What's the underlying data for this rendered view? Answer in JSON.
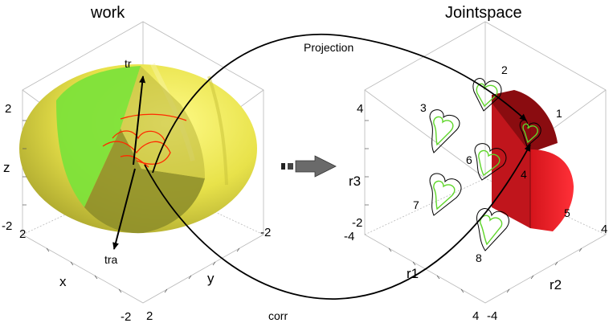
{
  "titles": {
    "left": "work",
    "right": "Jointspace"
  },
  "left_plot": {
    "axis_labels": {
      "x": "x",
      "y": "y",
      "z": "z"
    },
    "ticks": {
      "z_top": "2",
      "z_bottom": "-2",
      "x_near": "2",
      "x_far": "-2",
      "y_right": "-2",
      "y_bottom": "2"
    },
    "annotations": {
      "up_arrow": "tr",
      "down_arrow": "tra"
    },
    "colors": {
      "sphere": "#e8e24a",
      "sphere_shadow": "#9c9a2a",
      "cut_face": "#8f8f2a",
      "wedge": "#7de23a",
      "curve": "#ff2a00"
    }
  },
  "right_plot": {
    "axis_labels": {
      "r1": "r1",
      "r2": "r2",
      "r3": "r3"
    },
    "ticks": {
      "r3_top": "4",
      "r3_bottom": "-2",
      "r1_near": "-4",
      "r1_far": "4",
      "r2_right": "4",
      "r2_bottom": "-4"
    },
    "region_labels": [
      "1",
      "2",
      "3",
      "4",
      "5",
      "6",
      "7",
      "8"
    ],
    "colors": {
      "solid": "#ee1c24",
      "solid_dark": "#8a0c10",
      "solid_top": "#b3121a",
      "inner_curve": "#5fd62a"
    }
  },
  "connectors": {
    "top_label": "Projection",
    "bottom_label": "corr"
  }
}
